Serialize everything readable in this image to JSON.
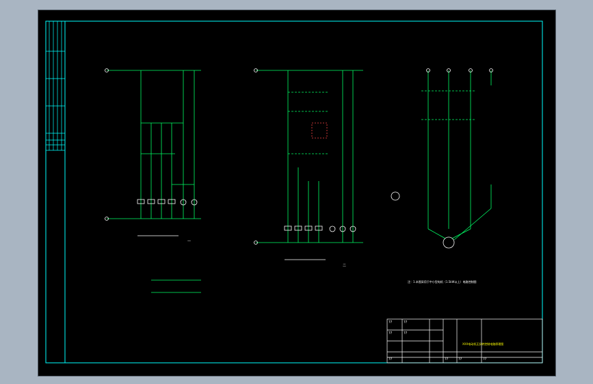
{
  "drawing": {
    "panel1_label": "一",
    "panel2_label": "二",
    "note_text": "注：1.本图采用于中小型电机（1.5kW以上）电路控制图",
    "title_block_title": "XXX电动机正反转控制电路原理图",
    "title_block_cells": [
      "??",
      "??",
      "??",
      "??",
      "??",
      "??",
      "??",
      "??"
    ]
  }
}
